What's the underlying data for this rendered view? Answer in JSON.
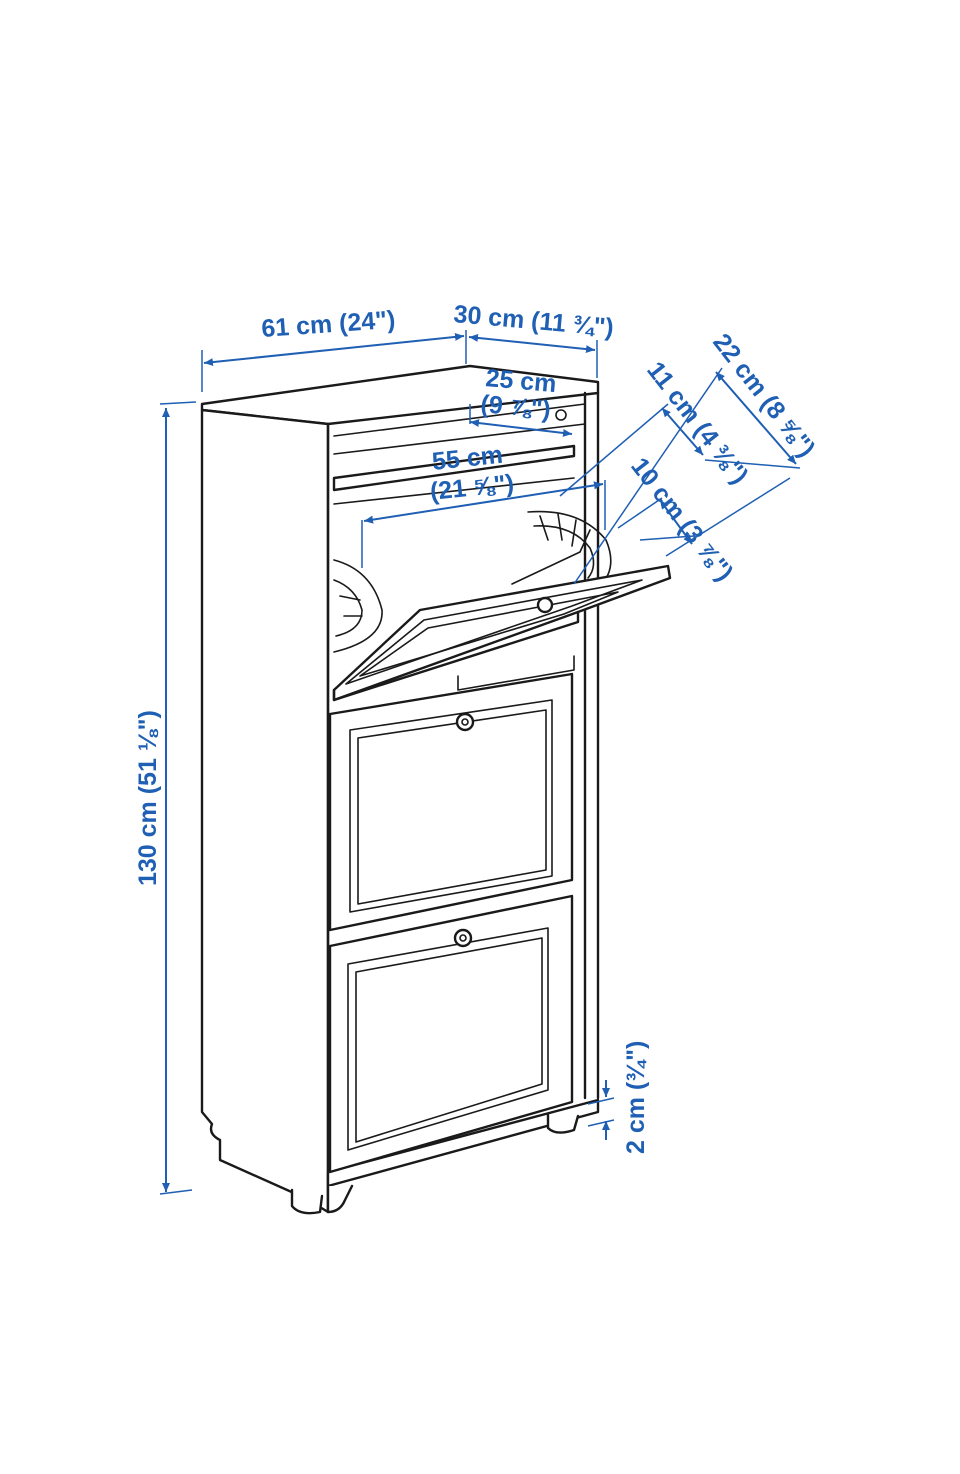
{
  "dimensions": {
    "width": "61 cm (24\")",
    "depth_total": "30 cm (11 ¾\")",
    "shelf_depth_value": "25 cm",
    "shelf_depth_imperial": "(9 ⅞\")",
    "inner_width_value": "55 cm",
    "inner_width_imperial": "(21 ⅝\")",
    "open_depth_a": "11 cm (4 ⅜\")",
    "open_depth_b": "22 cm (8 ⅝\")",
    "compartment_depth": "10 cm (3 ⅞\")",
    "height": "130 cm (51 ⅛\")",
    "foot_height": "2 cm (¾\")"
  },
  "colors": {
    "dimension": "#1f5fb4",
    "line": "#1a1a1a",
    "background": "#ffffff"
  }
}
